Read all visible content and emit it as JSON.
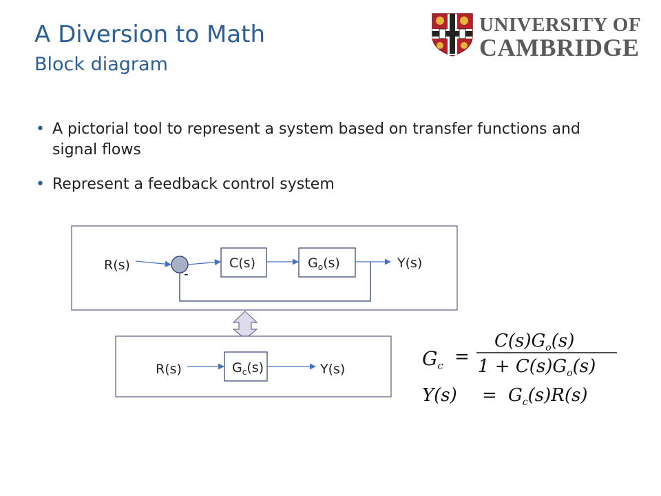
{
  "header": {
    "title": "A Diversion to Math",
    "subtitle": "Block diagram"
  },
  "logo": {
    "line1": "UNIVERSITY OF",
    "line2": "CAMBRIDGE",
    "colors": {
      "shield_red": "#b4232a",
      "shield_white": "#ffffff",
      "shield_black": "#222222",
      "text": "#5a5a5a"
    }
  },
  "bullets": [
    {
      "text": "A pictorial tool to represent a system based on transfer functions and signal flows"
    },
    {
      "text": "Represent a feedback control system"
    }
  ],
  "feedback_diagram": {
    "input": "R(s)",
    "controller": "C(s)",
    "plant_base": "G",
    "plant_sub": "o",
    "plant_arg": "(s)",
    "output": "Y(s)",
    "sign": "-"
  },
  "equivalent_diagram": {
    "input": "R(s)",
    "block_base": "G",
    "block_sub": "c",
    "block_arg": "(s)",
    "output": "Y(s)"
  },
  "equations": {
    "eq1_lhs_base": "G",
    "eq1_lhs_sub": "c",
    "eq1_equals": "=",
    "eq1_num": "C(s)G",
    "eq1_num_sub": "o",
    "eq1_num_end": "(s)",
    "eq1_den": "1 + C(s)G",
    "eq1_den_sub": "o",
    "eq1_den_end": "(s)",
    "eq2_lhs": "Y(s)",
    "eq2_equals": "=",
    "eq2_rhs_base": "G",
    "eq2_rhs_sub": "c",
    "eq2_rhs_end": "(s)R(s)"
  },
  "colors": {
    "title": "#2b5f95",
    "text": "#222222",
    "arrow_fill": "#dcdcec",
    "arrow_stroke": "#6e6e8e"
  }
}
